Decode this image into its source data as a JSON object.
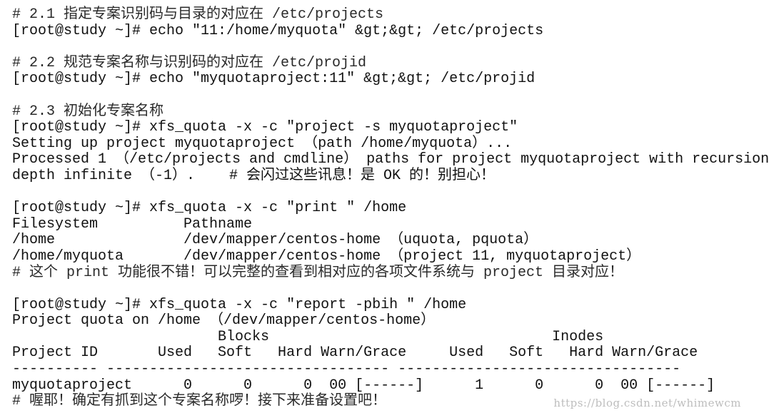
{
  "lines": [
    "# 2.1 指定专案识别码与目录的对应在 /etc/projects",
    "[root@study ~]# echo \"11:/home/myquota\" &gt;&gt; /etc/projects",
    "",
    "# 2.2 规范专案名称与识别码的对应在 /etc/projid",
    "[root@study ~]# echo \"myquotaproject:11\" &gt;&gt; /etc/projid",
    "",
    "# 2.3 初始化专案名称",
    "[root@study ~]# xfs_quota -x -c \"project -s myquotaproject\"",
    "Setting up project myquotaproject （path /home/myquota）...",
    "Processed 1 （/etc/projects and cmdline） paths for project myquotaproject with recursion",
    "depth infinite （-1）.    # 会闪过这些讯息！是 OK 的！别担心！",
    "",
    "[root@study ~]# xfs_quota -x -c \"print \" /home",
    "Filesystem          Pathname",
    "/home               /dev/mapper/centos-home （uquota, pquota）",
    "/home/myquota       /dev/mapper/centos-home （project 11, myquotaproject）",
    "# 这个 print 功能很不错！可以完整的查看到相对应的各项文件系统与 project 目录对应！",
    "",
    "[root@study ~]# xfs_quota -x -c \"report -pbih \" /home",
    "Project quota on /home （/dev/mapper/centos-home）",
    "                        Blocks                                 Inodes",
    "Project ID       Used   Soft   Hard Warn/Grace     Used   Soft   Hard Warn/Grace",
    "---------- --------------------------------- ---------------------------------",
    "myquotaproject      0      0      0  00 [------]      1      0      0  00 [------]",
    "# 喔耶！确定有抓到这个专案名称啰！接下来准备设置吧！"
  ],
  "watermark": "https://blog.csdn.net/whimewcm"
}
